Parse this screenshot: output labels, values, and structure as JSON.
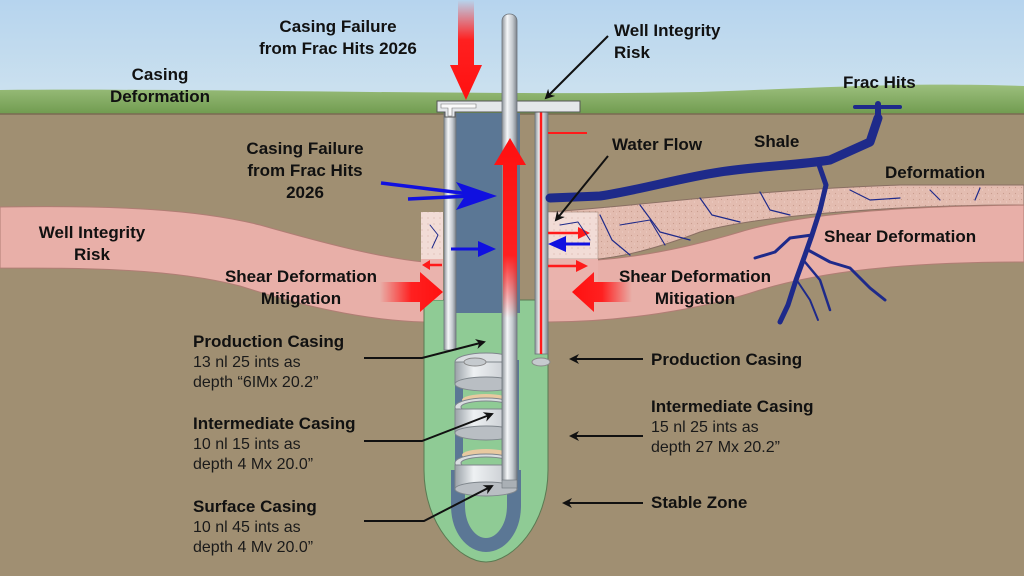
{
  "diagram": {
    "type": "well-casing-cross-section",
    "colors": {
      "sky_top": "#b9d6ee",
      "sky_bottom": "#c9e0ef",
      "grass": "#7fa65c",
      "ground": "#a08f72",
      "shale_band": "#e6b0aa",
      "fractured_band": "#dcaea0",
      "cement_green": "#8fcb95",
      "annulus_blue": "#5b7795",
      "steel": "#c8ccd0",
      "fracture_blue": "#1e2a8a",
      "flow_red": "#ff1a1a",
      "force_blue": "#1010e0",
      "tan_ring": "#e8c9a0"
    },
    "labels": {
      "casing_failure_top": [
        "Casing Failure",
        "from Frac Hits 2026"
      ],
      "casing_deformation": [
        "Casing",
        "Deformation"
      ],
      "well_integrity_top": [
        "Well Integrity",
        "Risk"
      ],
      "frac_hits": "Frac Hits",
      "casing_failure_mid": [
        "Casing Failure",
        "from Frac Hits",
        "2026"
      ],
      "water_flow": "Water Flow",
      "shale": "Shale",
      "deformation_right": "Deformation",
      "well_integrity_left": [
        "Well Integrity",
        "Risk"
      ],
      "shear_deformation_right": "Shear Deformation",
      "shear_mitigation_left": [
        "Shear Deformation",
        "Mitigation"
      ],
      "shear_mitigation_right": [
        "Shear Deformation",
        "Mitigation"
      ],
      "stable_zone": "Stable Zone"
    },
    "left_casings": [
      {
        "title": "Production Casing",
        "line1": "13 nl 25 ints as",
        "line2": "depth “6IMx 20.2”"
      },
      {
        "title": "Intermediate Casing",
        "line1": "10 nl 15 ints as",
        "line2": "depth 4 Mx 20.0”"
      },
      {
        "title": "Surface Casing",
        "line1": "10 nl 45 ints as",
        "line2": "depth 4  Mv 20.0”"
      }
    ],
    "right_casings": [
      {
        "title": "Production Casing"
      },
      {
        "title": "Intermediate Casing",
        "line1": "15 nl 25 ints as",
        "line2": "depth 27 Mx 20.2”"
      }
    ]
  }
}
